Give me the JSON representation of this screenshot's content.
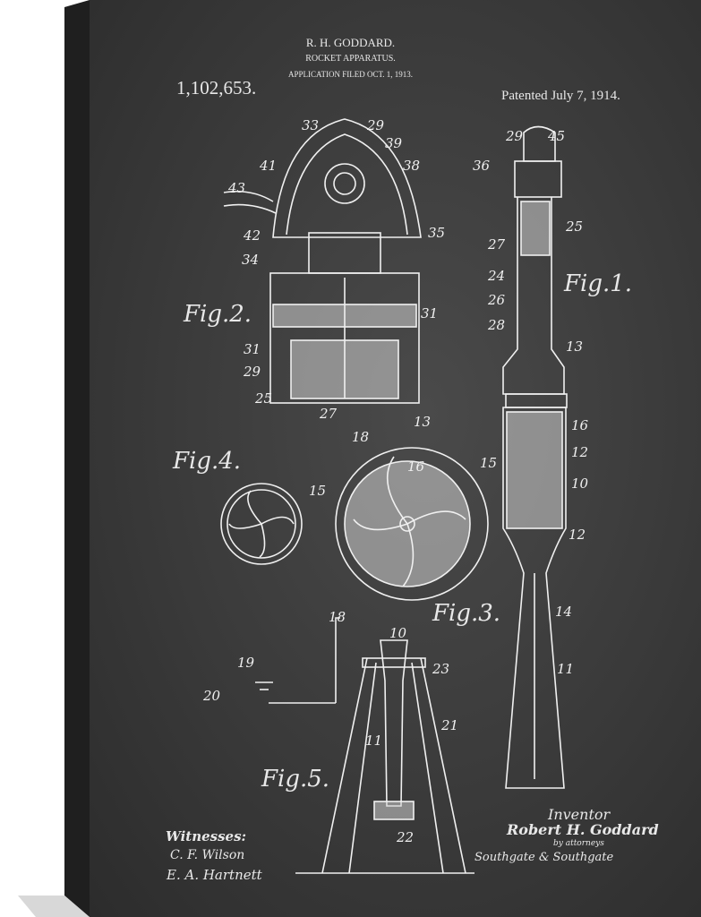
{
  "header": {
    "inventor_name": "R. H. GODDARD.",
    "title": "ROCKET APPARATUS.",
    "filed": "APPLICATION FILED OCT. 1, 1913.",
    "patent_number": "1,102,653.",
    "patented": "Patented July 7, 1914."
  },
  "figures": {
    "fig1": "Fig.1.",
    "fig2": "Fig.2.",
    "fig3": "Fig.3.",
    "fig4": "Fig.4.",
    "fig5": "Fig.5."
  },
  "footer": {
    "witnesses_label": "Witnesses:",
    "witness_1": "C. F. Wilson",
    "witness_2": "E. A. Hartnett",
    "inventor_label": "Inventor",
    "inventor_signature": "Robert H. Goddard",
    "attorneys_label": "by attorneys",
    "attorneys": "Southgate & Southgate"
  },
  "colors": {
    "board": "#3a3a3a",
    "chalk": "#f0f0f0",
    "edge": "#1e1e1e"
  }
}
